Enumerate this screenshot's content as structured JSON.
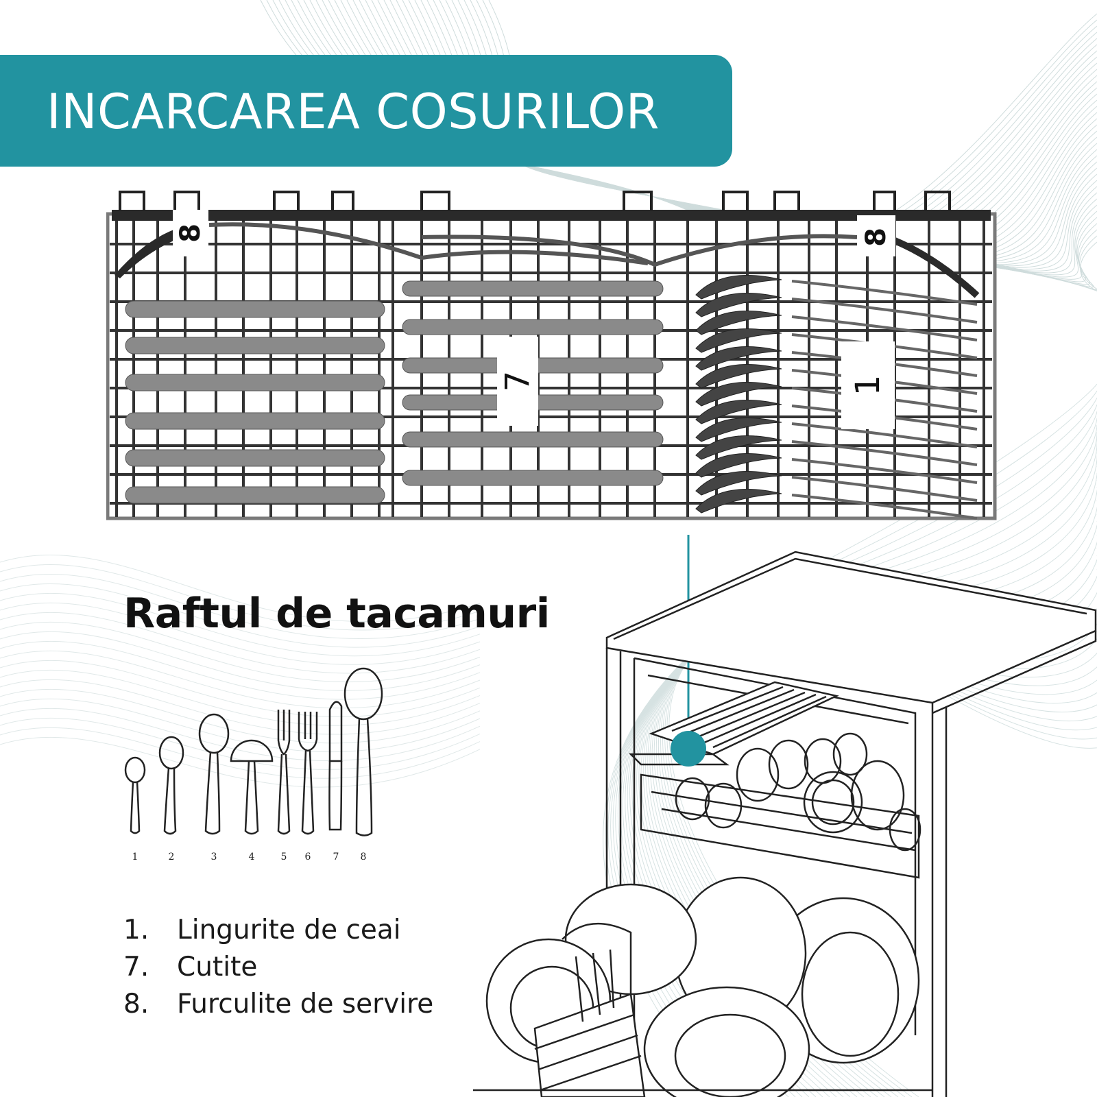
{
  "title": "INCARCAREA COSURILOR",
  "section_title": "Raftul de tacamuri",
  "rack_labels": [
    "8",
    "7",
    "1",
    "8"
  ],
  "cutlery_numbers": [
    "1",
    "2",
    "3",
    "4",
    "5",
    "6",
    "7",
    "8"
  ],
  "legend": [
    {
      "number": "1.",
      "text": "Lingurite de ceai"
    },
    {
      "number": "7.",
      "text": "Cutite"
    },
    {
      "number": "8.",
      "text": "Furculite de servire"
    }
  ],
  "colors": {
    "accent": "#2293a0",
    "text": "#111111",
    "background": "#ffffff"
  }
}
